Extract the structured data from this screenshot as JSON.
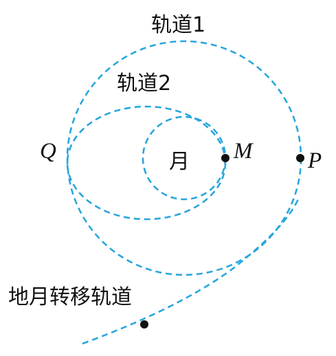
{
  "labels": {
    "orbit1": "轨道1",
    "orbit2": "轨道2",
    "moon": "月",
    "point_q": "Q",
    "point_m": "M",
    "point_p": "P",
    "transfer_orbit": "地月转移轨道"
  },
  "colors": {
    "orbit_stroke": "#29a6dc",
    "text": "#111111",
    "point": "#111111"
  }
}
